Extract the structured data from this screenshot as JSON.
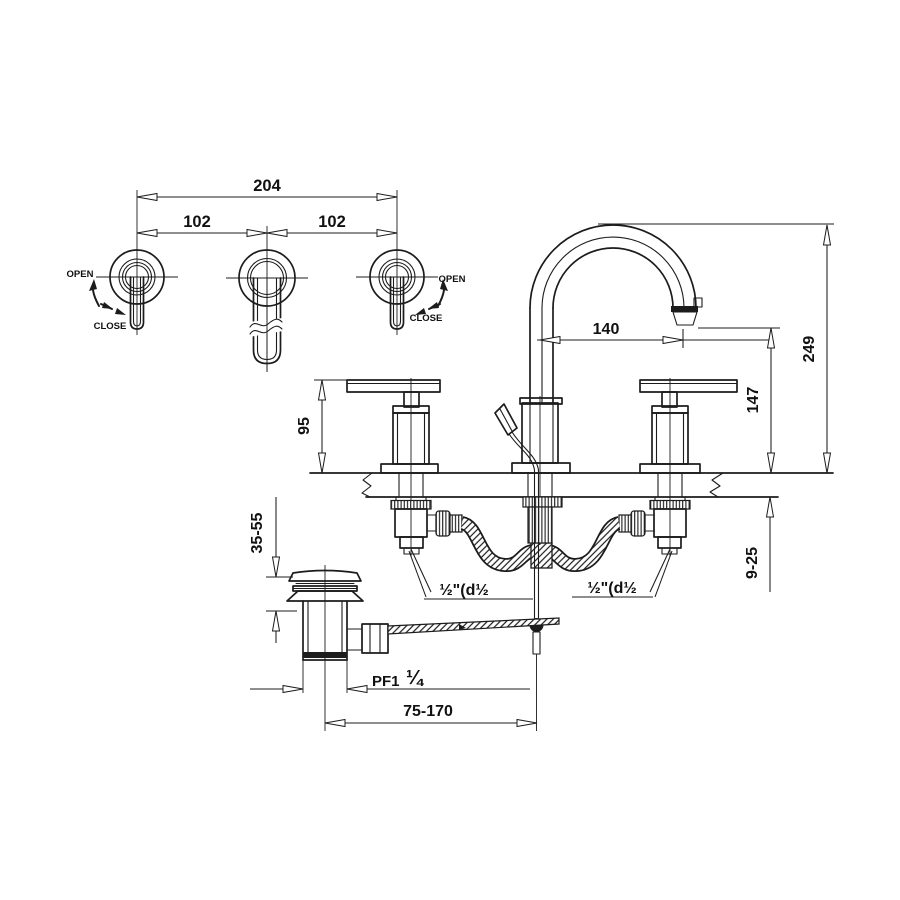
{
  "top_view": {
    "dim_spacing_total": "204",
    "dim_spacing_left": "102",
    "dim_spacing_right": "102",
    "left_handle": {
      "open_label": "OPEN",
      "close_label": "CLOSE"
    },
    "right_handle": {
      "open_label": "OPEN",
      "close_label": "CLOSE"
    }
  },
  "front_view": {
    "dim_spout_reach": "140",
    "dim_overall_height": "249",
    "dim_spout_outlet_height": "147",
    "dim_handle_height": "95",
    "dim_deck_thickness": "9-25",
    "hose_left_label": "½\"(d½",
    "hose_right_label": "½\"(d½"
  },
  "drain": {
    "dim_plug_height": "35-55",
    "thread_prefix": "PF1",
    "thread_fraction": "¼",
    "dim_rod_adjust": "75-170"
  },
  "colors": {
    "line": "#1c1c1c",
    "background": "#ffffff"
  }
}
